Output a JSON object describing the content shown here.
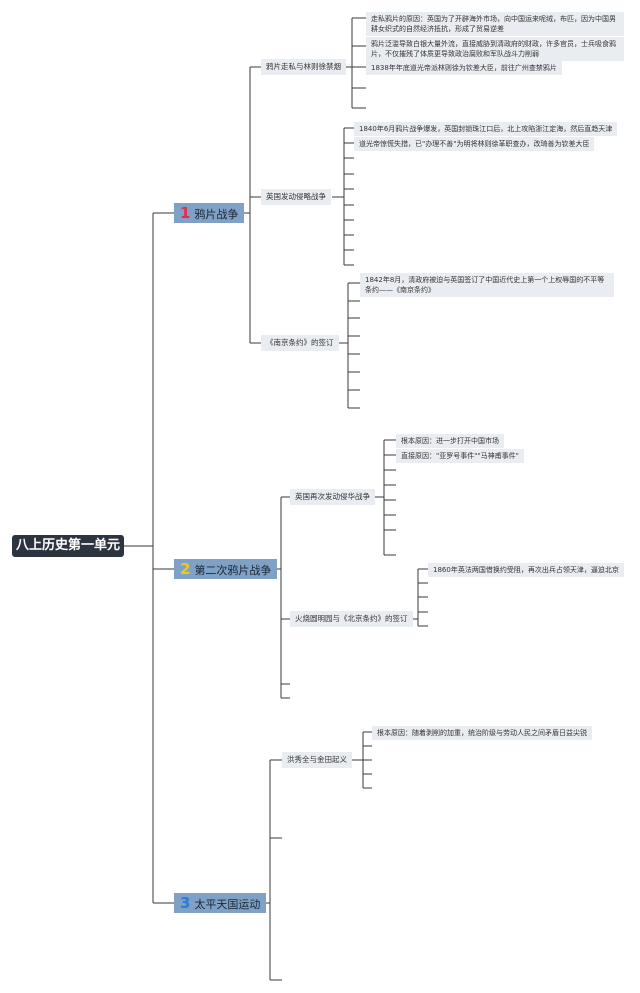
{
  "root": {
    "title": "八上历史第一单元"
  },
  "chapters": [
    {
      "num": "1",
      "num_color": "#e8294a",
      "label": "鸦片战争",
      "topics": [
        {
          "label": "鸦片走私与林则徐禁烟",
          "leaves": [
            "走私鸦片的原因：英国为了开辟海外市场，向中国运来呢绒，布匹，因为中国男耕女织式的自然经济抵抗，形成了贸易逆差",
            "鸦片泛滥导致白银大量外流，直接威胁到清政府的财政，许多官员，士兵吸食鸦片，不仅摧残了体质更导致政治腐败和军队战斗力削弱",
            "1838年年底道光帝派林则徐为钦差大臣，前往广州查禁鸦片"
          ]
        },
        {
          "label": "英国发动侵略战争",
          "leaves": [
            "1840年6月鸦片战争爆发，英国封锁珠江口后，北上攻陷浙江定海，然后直趋天津",
            "道光帝惊慌失措，已\"办理不善\"为明将林则徐革职查办，改琦善为钦差大臣"
          ]
        },
        {
          "label": "《南京条约》的签订",
          "leaves": [
            "1842年8月，清政府被迫与英国签订了中国近代史上第一个上权辱国的不平等条约——《南京条约》"
          ]
        }
      ]
    },
    {
      "num": "2",
      "num_color": "#f2c919",
      "label": "第二次鸦片战争",
      "topics": [
        {
          "label": "英国再次发动侵华战争",
          "leaves": [
            "根本原因：进一步打开中国市场",
            "直接原因：\"亚罗号事件\"\"马神甫事件\""
          ]
        },
        {
          "label": "火烧圆明园与《北京条约》的签订",
          "leaves": [
            "1860年英法两国借换约受阻，再次出兵占领天津，逼迫北京"
          ]
        }
      ]
    },
    {
      "num": "3",
      "num_color": "#2b7cd9",
      "label": "太平天国运动",
      "topics": [
        {
          "label": "洪秀全与金田起义",
          "leaves": [
            "根本原因：随着剥削的加重，统治阶级与劳动人民之间矛盾日益尖锐"
          ]
        }
      ]
    }
  ]
}
